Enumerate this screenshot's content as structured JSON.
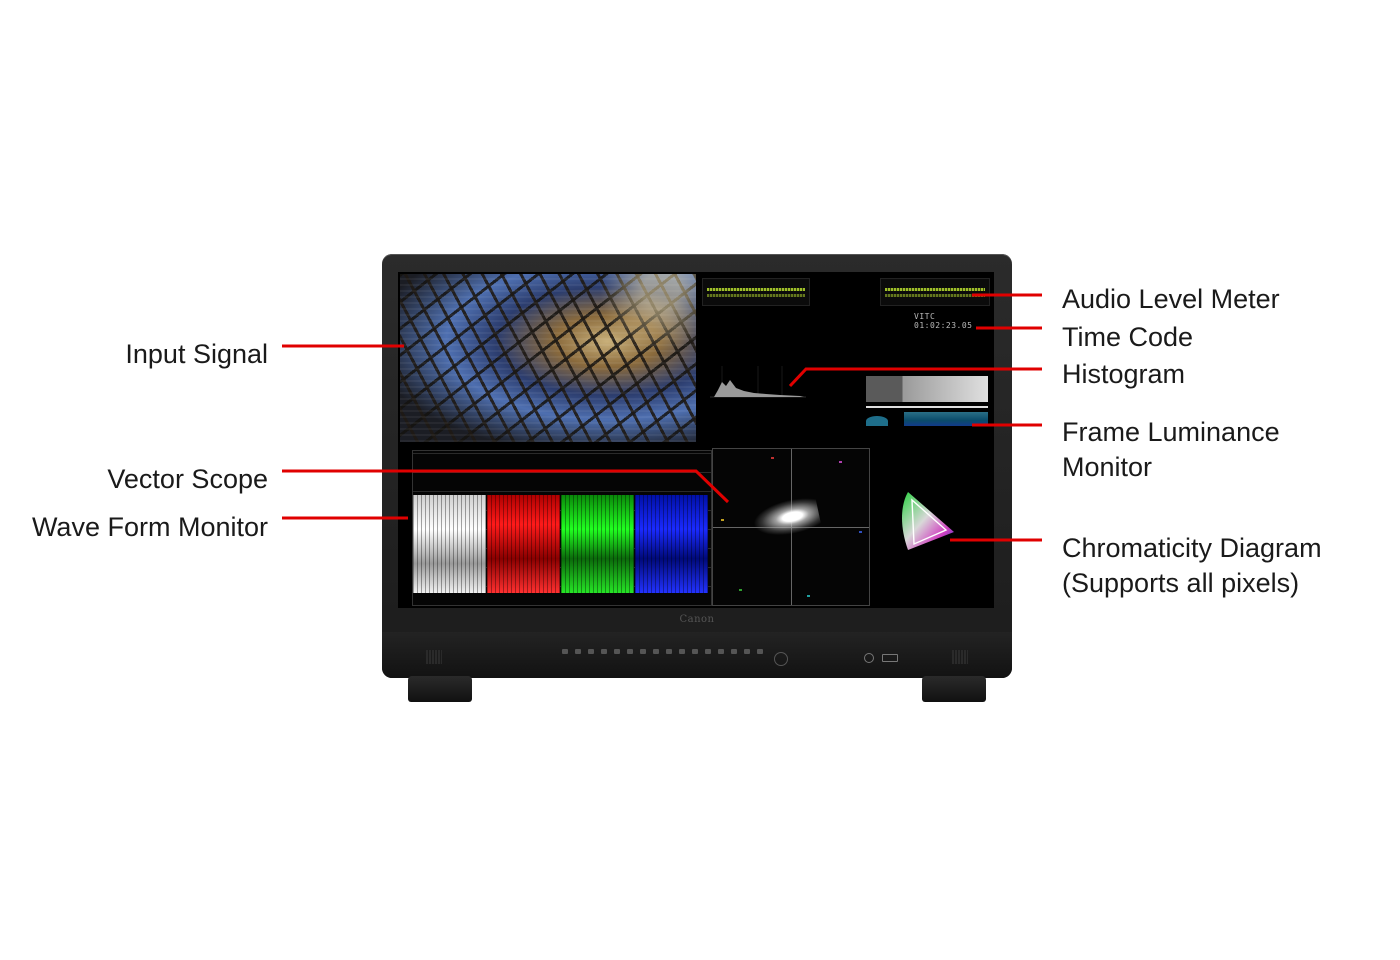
{
  "callouts": {
    "audio_level_meter": "Audio Level Meter",
    "time_code": "Time Code",
    "histogram": "Histogram",
    "frame_luminance_line1": "Frame Luminance",
    "frame_luminance_line2": "Monitor",
    "chromaticity_line1": "Chromaticity Diagram",
    "chromaticity_line2": "(Supports all pixels)",
    "input_signal": "Input Signal",
    "vector_scope": "Vector Scope",
    "wave_form_monitor": "Wave Form Monitor"
  },
  "screen": {
    "time_code": "VITC 01:02:23.05"
  },
  "monitor": {
    "brand": "Canon"
  },
  "colors": {
    "leader_line": "#e00000",
    "bezel": "#1c1c1c",
    "screen": "#000000"
  }
}
